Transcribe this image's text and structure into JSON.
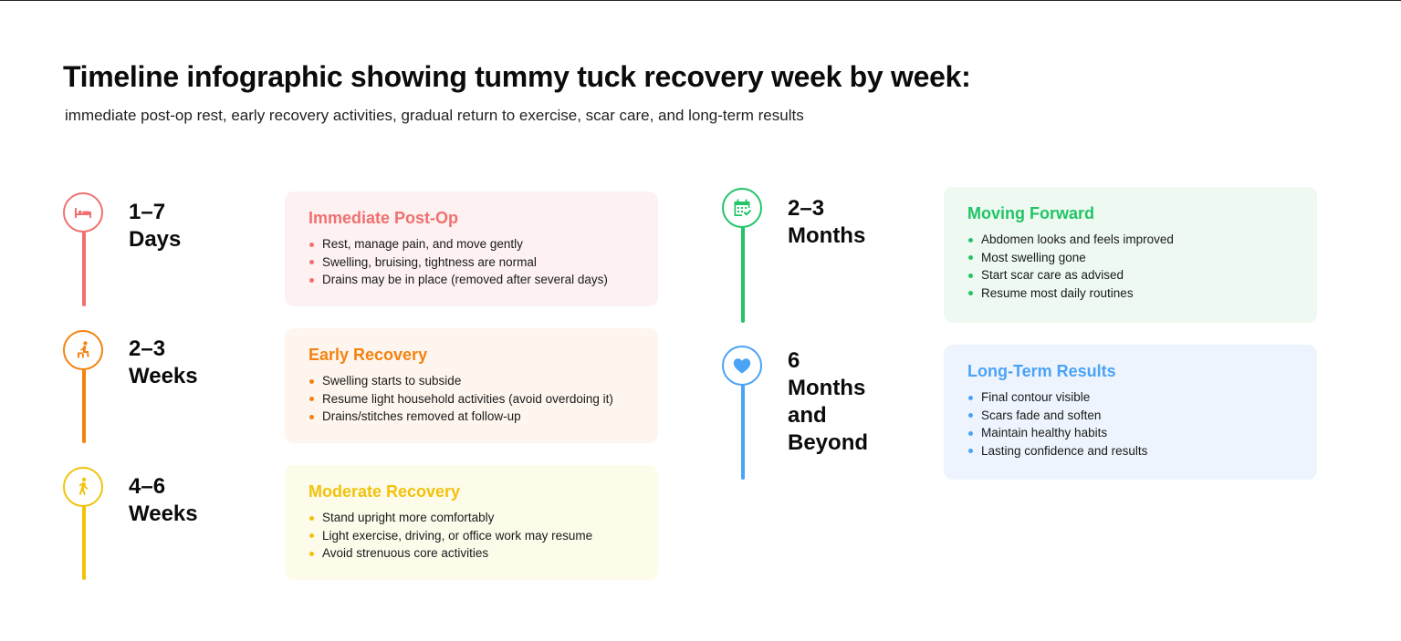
{
  "title": "Timeline infographic showing tummy tuck recovery week by week:",
  "subtitle": "immediate post-op rest, early recovery activities, gradual return to exercise, scar care, and long-term results",
  "stages": [
    {
      "period": "1–7 Days",
      "icon": "bed-icon",
      "color": "#f07070",
      "bg": "#fdf1f1",
      "card_title": "Immediate Post-Op",
      "bullets": [
        "Rest, manage pain, and move gently",
        "Swelling, bruising, tightness are normal",
        "Drains may be in place (removed after several days)"
      ]
    },
    {
      "period": "2–3 Weeks",
      "icon": "sitting-person-icon",
      "color": "#f5820f",
      "bg": "#fef5ee",
      "card_title": "Early Recovery",
      "bullets": [
        "Swelling starts to subside",
        "Resume light household activities (avoid overdoing it)",
        "Drains/stitches removed at follow-up"
      ]
    },
    {
      "period": "4–6 Weeks",
      "icon": "walking-person-icon",
      "color": "#f2c20c",
      "bg": "#fdfbea",
      "card_title": "Moderate Recovery",
      "bullets": [
        "Stand upright more comfortably",
        "Light exercise, driving, or office work may resume",
        "Avoid strenuous core activities"
      ]
    },
    {
      "period": "2–3 Months",
      "icon": "calendar-check-icon",
      "color": "#22c466",
      "bg": "#eefaf1",
      "card_title": "Moving Forward",
      "bullets": [
        "Abdomen looks and feels improved",
        "Most swelling gone",
        "Start scar care as advised",
        "Resume most daily routines"
      ]
    },
    {
      "period_lines": [
        "6 Months",
        "and Beyond"
      ],
      "icon": "heart-icon",
      "color": "#4aa3f5",
      "bg": "#eef4fd",
      "card_title": "Long-Term Results",
      "bullets": [
        "Final contour visible",
        "Scars fade and soften",
        "Maintain healthy habits",
        "Lasting confidence and results"
      ]
    }
  ]
}
